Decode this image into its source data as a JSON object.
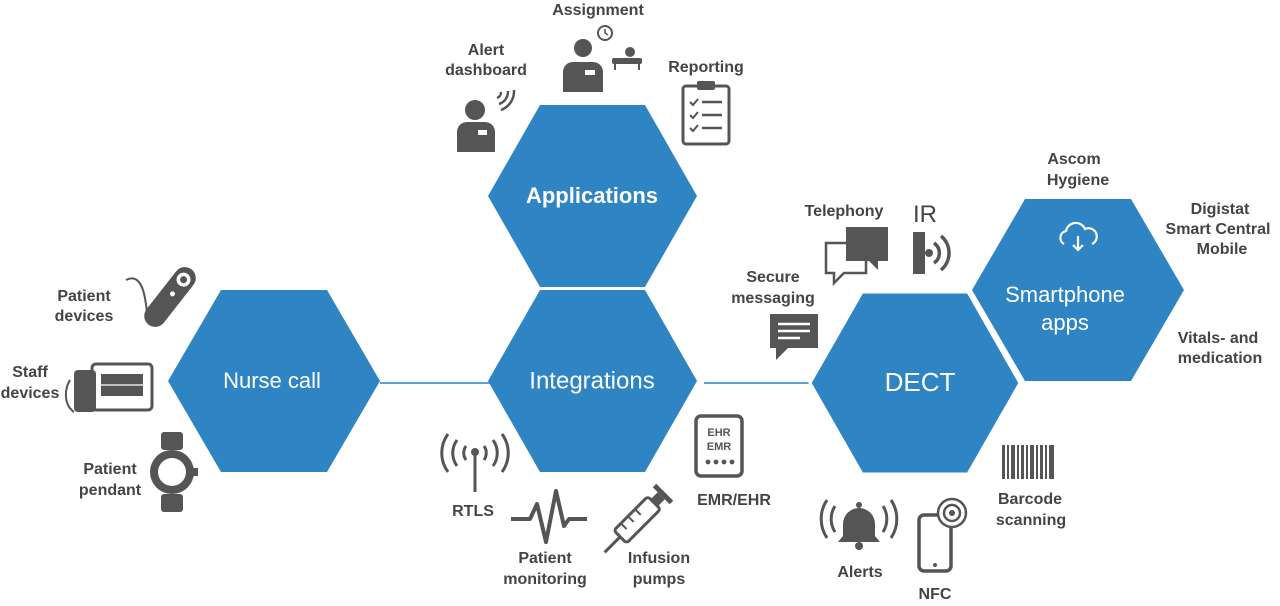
{
  "colors": {
    "hex": "#2f85c4",
    "connector": "#5aa0d6",
    "icon": "#555555",
    "text": "#444444"
  },
  "hexagons": {
    "nurse_call": "Nurse call",
    "applications": "Applications",
    "integrations": "Integrations",
    "dect": "DECT",
    "smartphone": [
      "Smartphone",
      "apps"
    ]
  },
  "labels": {
    "assignment": "Assignment",
    "alert_dashboard": [
      "Alert",
      "dashboard"
    ],
    "reporting": "Reporting",
    "patient_devices": [
      "Patient",
      "devices"
    ],
    "staff_devices": [
      "Staff",
      "devices"
    ],
    "patient_pendant": [
      "Patient",
      "pendant"
    ],
    "rtls": "RTLS",
    "patient_monitoring": [
      "Patient",
      "monitoring"
    ],
    "infusion_pumps": [
      "Infusion",
      "pumps"
    ],
    "emr_ehr": "EMR/EHR",
    "ehr_icon_text": [
      "EHR",
      "EMR"
    ],
    "telephony": "Telephony",
    "ir": "IR",
    "secure_messaging": [
      "Secure",
      "messaging"
    ],
    "ascom_hygiene": [
      "Ascom",
      "Hygiene"
    ],
    "digistat": [
      "Digistat",
      "Smart Central",
      "Mobile"
    ],
    "vitals": [
      "Vitals- and",
      "medication"
    ],
    "barcode_scanning": [
      "Barcode",
      "scanning"
    ],
    "alerts": "Alerts",
    "nfc": "NFC"
  },
  "icons": [
    "nurse-with-clock-and-patient-bed-icon",
    "nurse-with-signal-icon",
    "clipboard-checklist-icon",
    "patient-remote-icon",
    "desk-phone-icon",
    "wrist-pendant-icon",
    "antenna-signal-icon",
    "heartbeat-waveform-icon",
    "syringe-icon",
    "ehr-device-icon",
    "chat-bubbles-icon",
    "ir-beacon-icon",
    "message-bubble-icon",
    "cloud-download-icon",
    "barcode-icon",
    "ringing-bell-icon",
    "nfc-phone-icon"
  ]
}
